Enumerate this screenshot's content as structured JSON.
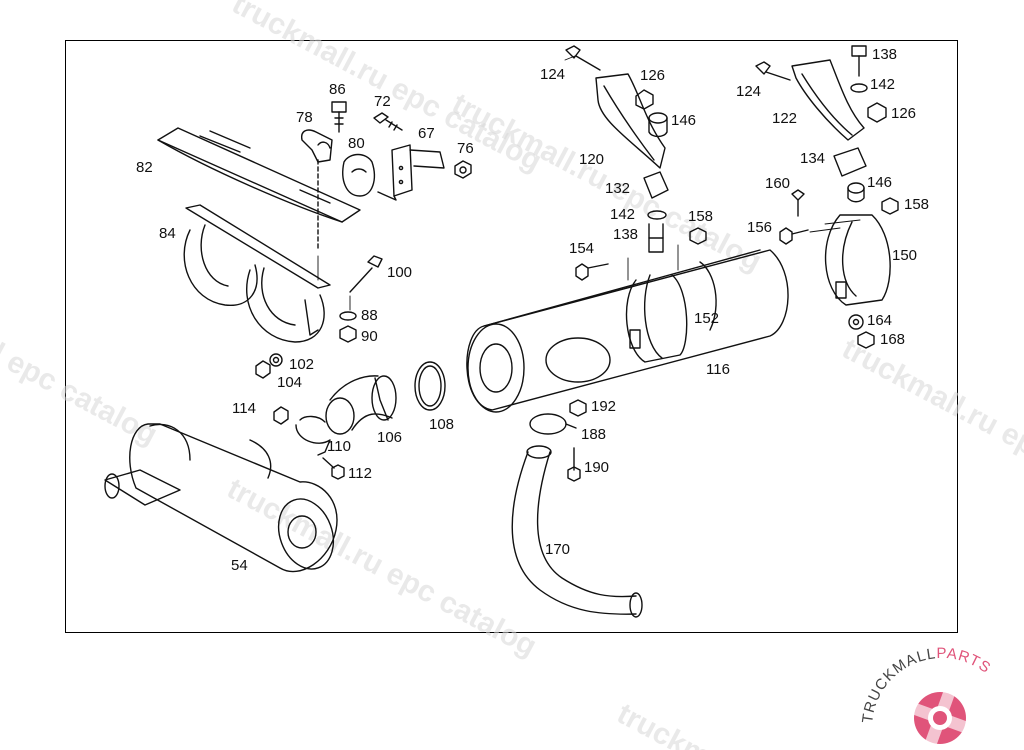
{
  "watermark": {
    "text": "truckmall.ru epc catalog",
    "fragment_left": "l epc catalog",
    "fragment_top": "truckmall.ru epc catalog",
    "fragment_bottom": "truckmall.ru epc catalog",
    "fragment_corner": "truckmal"
  },
  "logo": {
    "brand_dark": "TRUCKMALL",
    "brand_accent": "PARTS",
    "accent_color": "#e0547a",
    "dark_color": "#444444",
    "icon": "gear-icon"
  },
  "callouts": {
    "c54": "54",
    "c67": "67",
    "c72": "72",
    "c76": "76",
    "c78": "78",
    "c80": "80",
    "c82": "82",
    "c84": "84",
    "c86": "86",
    "c88": "88",
    "c90": "90",
    "c100": "100",
    "c102": "102",
    "c104": "104",
    "c106": "106",
    "c108": "108",
    "c110": "110",
    "c112": "112",
    "c114": "114",
    "c116": "116",
    "c120": "120",
    "c122": "122",
    "c124a": "124",
    "c124b": "124",
    "c126a": "126",
    "c126b": "126",
    "c132": "132",
    "c134": "134",
    "c138a": "138",
    "c138b": "138",
    "c142a": "142",
    "c142b": "142",
    "c146a": "146",
    "c146b": "146",
    "c150": "150",
    "c152": "152",
    "c154": "154",
    "c156": "156",
    "c158a": "158",
    "c158b": "158",
    "c160": "160",
    "c164": "164",
    "c168": "168",
    "c170": "170",
    "c188": "188",
    "c190": "190",
    "c192": "192"
  }
}
